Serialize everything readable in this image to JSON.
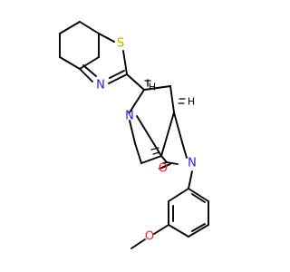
{
  "molecule": {
    "atom_labels": {
      "s": "S",
      "n_thiazole": "N",
      "n_bridgehead": "N",
      "n_lactam": "N",
      "o_carbonyl": "O",
      "o_methoxy": "O"
    },
    "stereo_labels": {
      "h1": "H",
      "h2": "H"
    },
    "colors": {
      "bond": "#000000",
      "carbon": "#000000",
      "nitrogen": "#1f1fe0",
      "oxygen": "#ff1a1a",
      "sulfur": "#c8a800"
    }
  }
}
